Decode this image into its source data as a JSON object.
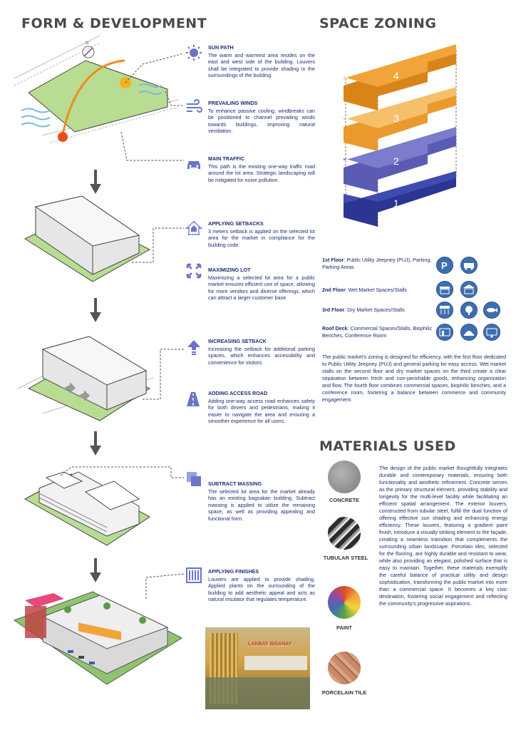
{
  "headings": {
    "form": "FORM & DEVELOPMENT",
    "zoning": "SPACE ZONING",
    "materials": "MATERIALS USED"
  },
  "steps": [
    {
      "title": "SUN PATH",
      "text": "The warm and warmest area resides on the east and west side of the building. Louvers shall be integrated to provide shading in the surroundings of the building."
    },
    {
      "title": "PREVAILING WINDS",
      "text": "To enhance passive cooling, windbreaks can be positioned to channel prevailing winds towards buildings, improving natural ventilation."
    },
    {
      "title": "MAIN TRAFFIC",
      "text": "This path is the existing one-way traffic road around the lot area. Strategic landscaping will be mitigated for noise pollution."
    },
    {
      "title": "APPLYING SETBACKS",
      "text": "3 meters setback is applied on the selected lot area for the market in compliance for the building code."
    },
    {
      "title": "MAXIMIZING LOT",
      "text": "Maximizing a selected lot area for a public market ensures efficient use of space, allowing for more vendors and diverse offerings, which can attract a larger customer base."
    },
    {
      "title": "INCREASING SETBACK",
      "text": "Increasing the setback for additional parking spaces, which enhances accessibility and convenience for visitors."
    },
    {
      "title": "ADDING  ACCESS ROAD",
      "text": "Adding one-way access road enhances safety for both drivers and pedestrians, making it easier to navigate the area and ensuring a smoother experience for all users."
    },
    {
      "title": "SUBTRACT MASSING",
      "text": "The selected lot area for the market already has an existing bagsakan building. Subtract massing is applied to utilize the remaining space, as well as providing appealing and functional form."
    },
    {
      "title": "APPLYING FINISHES",
      "text": "Louvers are applied to provide shading. Applied plants on the surrounding of the building to add aesthetic appeal and acts as natural insulator that regulates temperature."
    }
  ],
  "floors": {
    "numbers": [
      "4",
      "3",
      "2",
      "1"
    ],
    "rows": [
      {
        "label": "1st Floor",
        "text": ": Public Utility Jeepney (PUJ), Parking, Parking Areas"
      },
      {
        "label": "2nd Floor",
        "text": ": Wet Market Spaces/Stalls"
      },
      {
        "label": "3rd Floor",
        "text": ": Dry Market Spaces/Stalls"
      },
      {
        "label": "Roof Deck",
        "text": ": Commercial Spaces/Stalls, Biophilic Benches, Conference Room"
      }
    ],
    "colors": {
      "f4": "#f0a43a",
      "f3": "#f6bf6a",
      "f2": "#7b7ccc",
      "f1": "#3f4bb0"
    }
  },
  "zoning_paragraph": "The public market's zoning is designed for efficiency, with the first floor dedicated to Public Utility Jeepney (PUJ) and general parking for easy access. Wet market stalls on the second floor and dry market spaces on the third create a clear separation between fresh and non-perishable goods, enhancing organization and flow. The fourth floor combines commercial spaces, biophilic benches, and a conference room, fostering a balance between commerce and community engagement.",
  "materials": {
    "labels": [
      "CONCRETE",
      "TUBULAR STEEL",
      "PAINT",
      "PORCELAIN TILE"
    ],
    "paragraph": "The design of the public market thoughtfully integrates durable and contemporary materials, ensuring both functionality and aesthetic refinement. Concrete serves as the primary structural element, providing stability and longevity for the multi-level facility while facilitating an efficient spatial arrangement. The exterior louvers, constructed from tubular steel, fulfill the dual function of offering effective sun shading and enhancing energy efficiency. These louvers, featuring a gradient paint finish, introduce a visually striking element to the façade, creating a seamless transition that complements the surrounding urban landscape. Porcelain tiles, selected for the flooring, are highly durable and resistant to wear, while also providing an elegant, polished surface that is easy to maintain. Together, these materials exemplify the careful balance of practical utility and design sophistication, transforming the public market into more than a commercial space. It becomes a key civic destination, fostering social engagement and reflecting the community's progressive aspirations."
  },
  "signage": "LAKBAY BISANAY"
}
